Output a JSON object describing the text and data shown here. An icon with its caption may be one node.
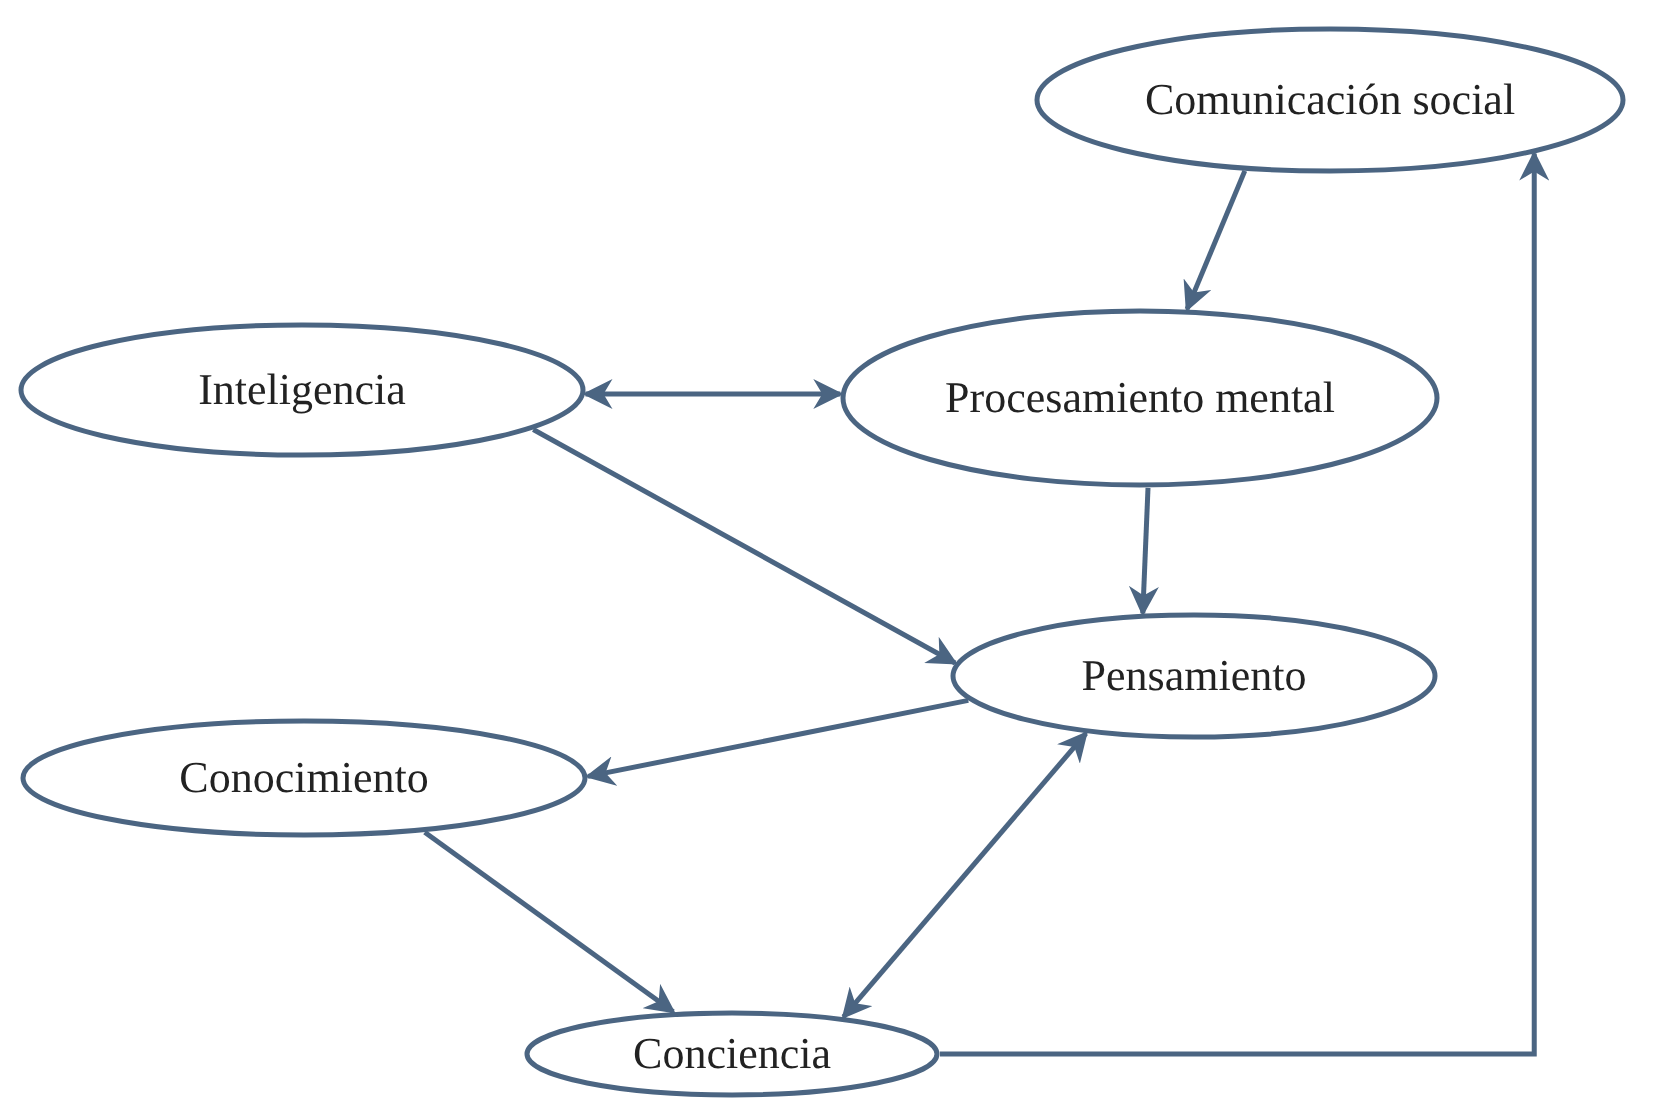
{
  "diagram": {
    "nodes": [
      {
        "text": [
          "Comunicación social"
        ]
      },
      {
        "text": [
          "Inteligencia"
        ]
      },
      {
        "text": [
          "Procesamiento mental"
        ]
      },
      {
        "text": [
          "Pensamiento"
        ]
      },
      {
        "text": [
          "Conocimiento"
        ]
      },
      {
        "text": [
          "Conciencia"
        ]
      }
    ],
    "edges": [
      {
        "from": 0,
        "to": 2,
        "arrow": "to"
      },
      {
        "from": 1,
        "to": 2,
        "arrow": "both"
      },
      {
        "from": 1,
        "to": 3,
        "arrow": "to"
      },
      {
        "from": 2,
        "to": 3,
        "arrow": "to"
      },
      {
        "from": 3,
        "to": 4,
        "arrow": "to"
      },
      {
        "from": 4,
        "to": 5,
        "arrow": "to"
      },
      {
        "from": 5,
        "to": 3,
        "arrow": "both"
      },
      {
        "from": 5,
        "to": 0,
        "arrow": "to"
      }
    ]
  }
}
